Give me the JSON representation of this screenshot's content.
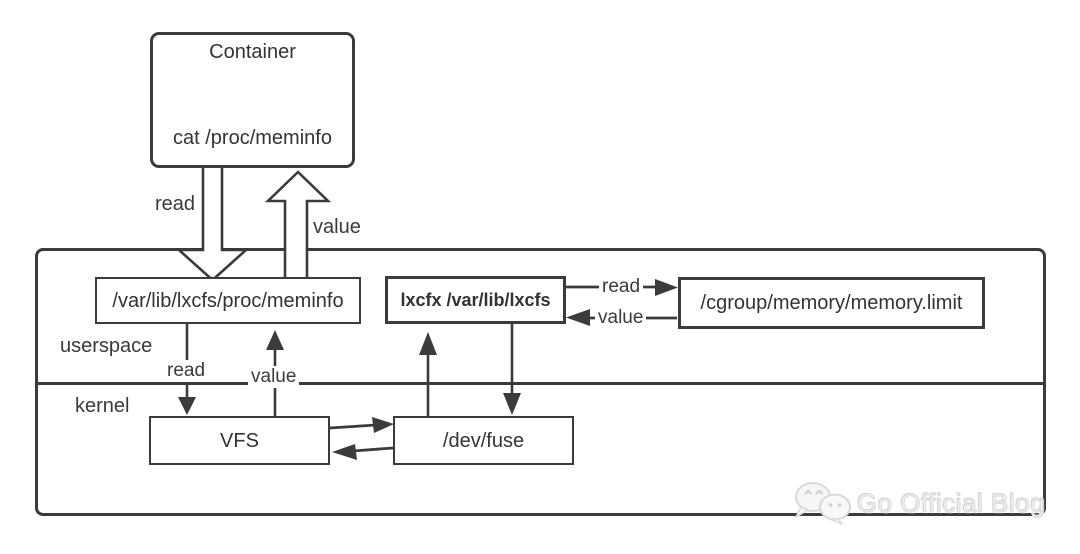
{
  "nodes": {
    "container": {
      "title": "Container",
      "command": "cat /proc/meminfo"
    },
    "meminfo": {
      "label": "/var/lib/lxcfs/proc/meminfo"
    },
    "lxcfs": {
      "label": "lxcfx /var/lib/lxcfs"
    },
    "cgroup": {
      "label": "/cgroup/memory/memory.limit"
    },
    "vfs": {
      "label": "VFS"
    },
    "devfuse": {
      "label": "/dev/fuse"
    }
  },
  "layers": {
    "userspace": "userspace",
    "kernel": "kernel"
  },
  "edges": {
    "container_read": {
      "label": "read"
    },
    "container_value": {
      "label": "value"
    },
    "kernel_read": {
      "label": "read"
    },
    "kernel_value": {
      "label": "value"
    },
    "cgroup_read": {
      "label": "read"
    },
    "cgroup_value": {
      "label": "value"
    }
  },
  "watermark": {
    "text": "Go Official Blog",
    "icon": "wechat-icon"
  },
  "colors": {
    "line": "#3b3b3b",
    "background": "#ffffff",
    "watermark_text": "#f3f3f3"
  }
}
